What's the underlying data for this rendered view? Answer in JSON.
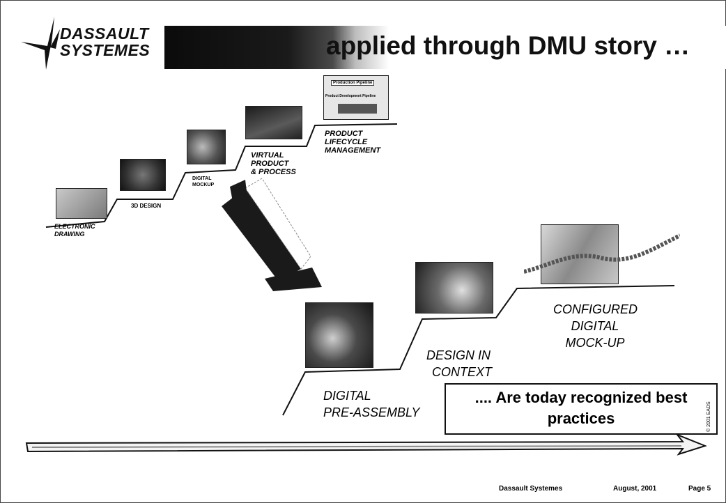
{
  "header": {
    "logo_line1": "DASSAULT",
    "logo_line2": "SYSTEMES",
    "title": "applied through DMU story …"
  },
  "steps_top": {
    "electronic_drawing": [
      "ELECTRONIC",
      "DRAWING"
    ],
    "design_3d": "3D DESIGN",
    "digital_mockup": [
      "DIGITAL",
      "MOCKUP"
    ],
    "virtual_product": [
      "VIRTUAL",
      "PRODUCT",
      "& PROCESS"
    ],
    "plm": [
      "PRODUCT",
      "LIFECYCLE",
      "MANAGEMENT"
    ]
  },
  "plm_thumbnail": {
    "line1": "Production Pipeline",
    "line2": "Product Development Pipeline"
  },
  "steps_bottom": {
    "digital_preassembly": [
      "DIGITAL",
      "PRE-ASSEMBLY"
    ],
    "design_in_context": [
      "DESIGN IN",
      "CONTEXT"
    ],
    "configured_dmu": [
      "CONFIGURED",
      "DIGITAL",
      "MOCK-UP"
    ]
  },
  "callout": {
    "line1": ".... Are today recognized best",
    "line2": "practices"
  },
  "footer": {
    "company": "Dassault Systemes",
    "date": "August, 2001",
    "page": "Page 5",
    "copyright": "© 2001 EADS"
  },
  "colors": {
    "ink": "#000000",
    "thumb_gray": "#8c8c8c",
    "arrow_dark": "#1a1a1a"
  }
}
